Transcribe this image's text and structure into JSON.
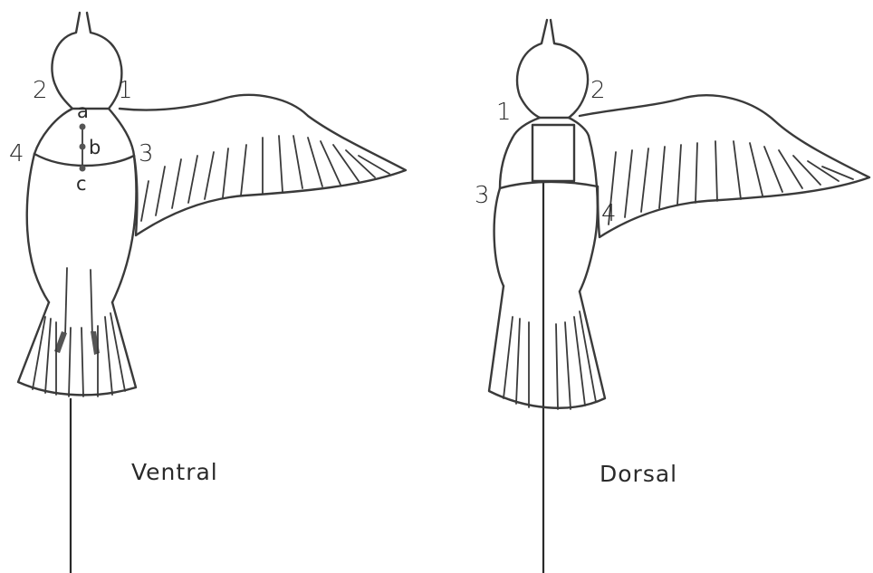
{
  "ventral": {
    "caption": "Ventral",
    "zone_labels": [
      "1",
      "2",
      "3",
      "4"
    ],
    "point_labels": [
      "a",
      "b",
      "c"
    ]
  },
  "dorsal": {
    "caption": "Dorsal",
    "zone_labels": [
      "1",
      "2",
      "3",
      "4"
    ]
  }
}
